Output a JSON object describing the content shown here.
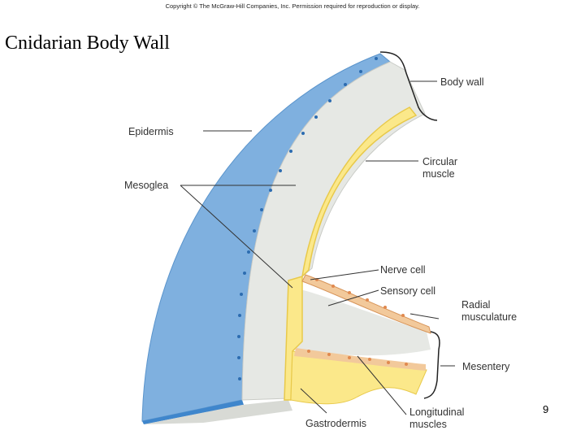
{
  "copyright": "Copyright © The McGraw-Hill Companies, Inc. Permission required for reproduction or display.",
  "title": "Cnidarian Body Wall",
  "page_number": "9",
  "labels": {
    "body_wall": "Body wall",
    "epidermis": "Epidermis",
    "circular_muscle_1": "Circular",
    "circular_muscle_2": "muscle",
    "mesoglea": "Mesoglea",
    "nerve_cell": "Nerve cell",
    "sensory_cell": "Sensory cell",
    "radial_1": "Radial",
    "radial_2": "musculature",
    "mesentery": "Mesentery",
    "gastrodermis": "Gastrodermis",
    "longitudinal_1": "Longitudinal",
    "longitudinal_2": "muscles"
  },
  "colors": {
    "epidermis": "#7fb0df",
    "epidermis_dark": "#4f8fcf",
    "nucleus": "#2c6cb0",
    "mesoglea": "#e6e8e4",
    "gastrodermis": "#fbe88a",
    "longitudinal": "#f2c99b",
    "nerve": "#e39a66"
  }
}
